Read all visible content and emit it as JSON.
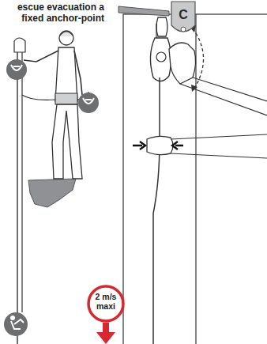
{
  "diagram": {
    "title": "escue evacuation a fixed anchor-point",
    "nodes": [
      {
        "text": [
          "C"
        ]
      },
      {
        "text": [
          "2 m/s maxi"
        ]
      }
    ]
  }
}
